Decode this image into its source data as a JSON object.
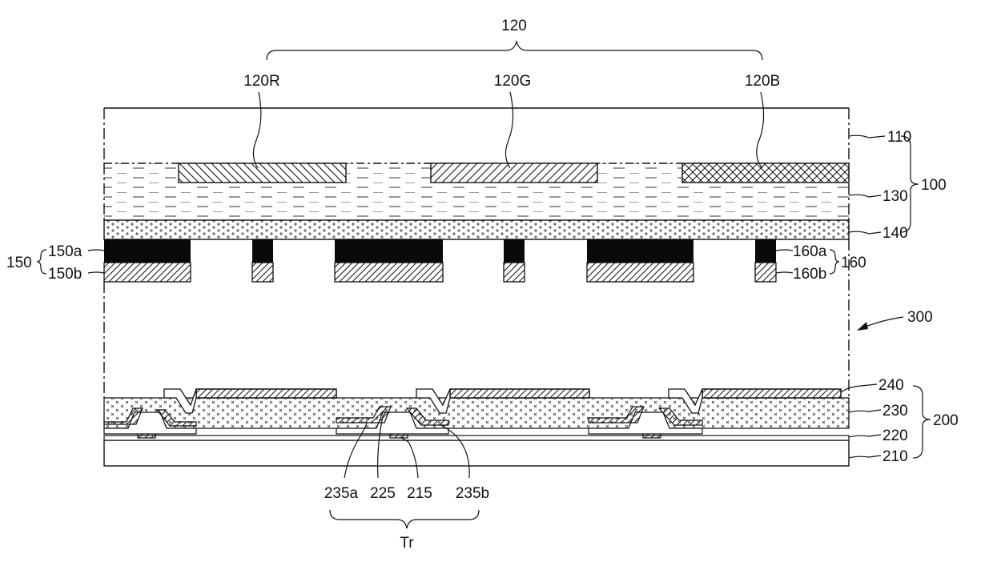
{
  "labels": {
    "color_filter_group": "120",
    "red_filter": "120R",
    "green_filter": "120G",
    "blue_filter": "120B",
    "top_substrate": "110",
    "upper_panel": "100",
    "overcoat": "130",
    "spacer_layer": "140",
    "left_pattern_group": "150",
    "left_pattern_top": "150a",
    "left_pattern_bottom": "150b",
    "right_pattern_top": "160a",
    "right_pattern_bottom": "160b",
    "right_pattern_group": "160",
    "liquid_crystal_layer": "300",
    "top_electrode": "240",
    "passivation": "230",
    "lower_panel": "200",
    "gate_insulator": "220",
    "bottom_substrate": "210",
    "source": "235a",
    "semiconductor": "225",
    "gate": "215",
    "drain": "235b",
    "transistor": "Tr"
  }
}
